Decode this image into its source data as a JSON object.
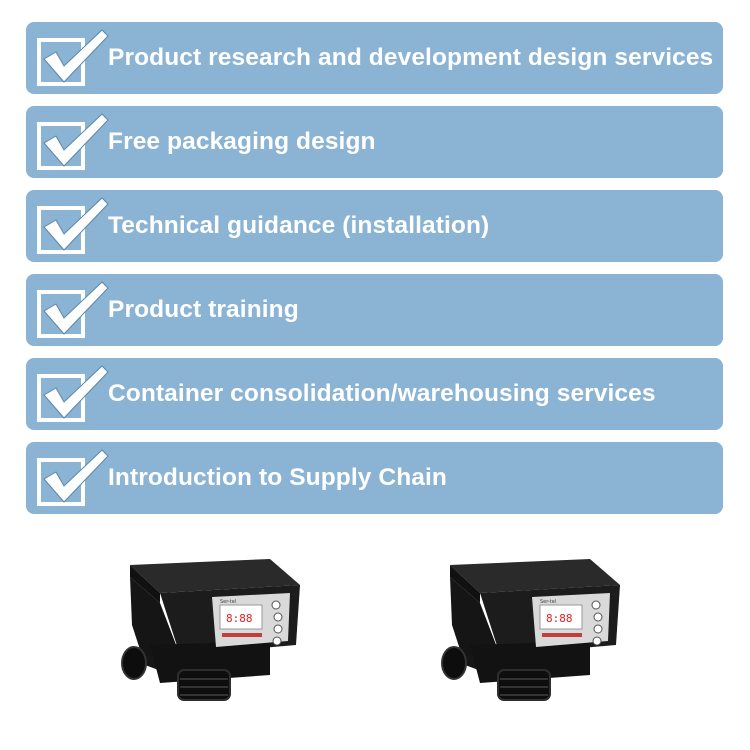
{
  "services": [
    {
      "label": "Product research and development design services",
      "checked": true
    },
    {
      "label": "Free packaging design",
      "checked": true
    },
    {
      "label": "Technical guidance (installation)",
      "checked": true
    },
    {
      "label": "Product training",
      "checked": true
    },
    {
      "label": "Container consolidation/warehousing services",
      "checked": true
    },
    {
      "label": "Introduction to Supply Chain",
      "checked": true
    }
  ],
  "colors": {
    "panel": "#8ab3d4",
    "text": "#ffffff",
    "check": "#ffffff",
    "product_body": "#1a1a1a",
    "display_digits": "#e02020"
  },
  "icons": {
    "check": "checkbox-checked-icon",
    "product": "water-softener-valve-image"
  },
  "products": [
    {
      "display_brand": "Ser-tel",
      "display_digits": "8:88"
    },
    {
      "display_brand": "Ser-tel",
      "display_digits": "8:88"
    }
  ]
}
